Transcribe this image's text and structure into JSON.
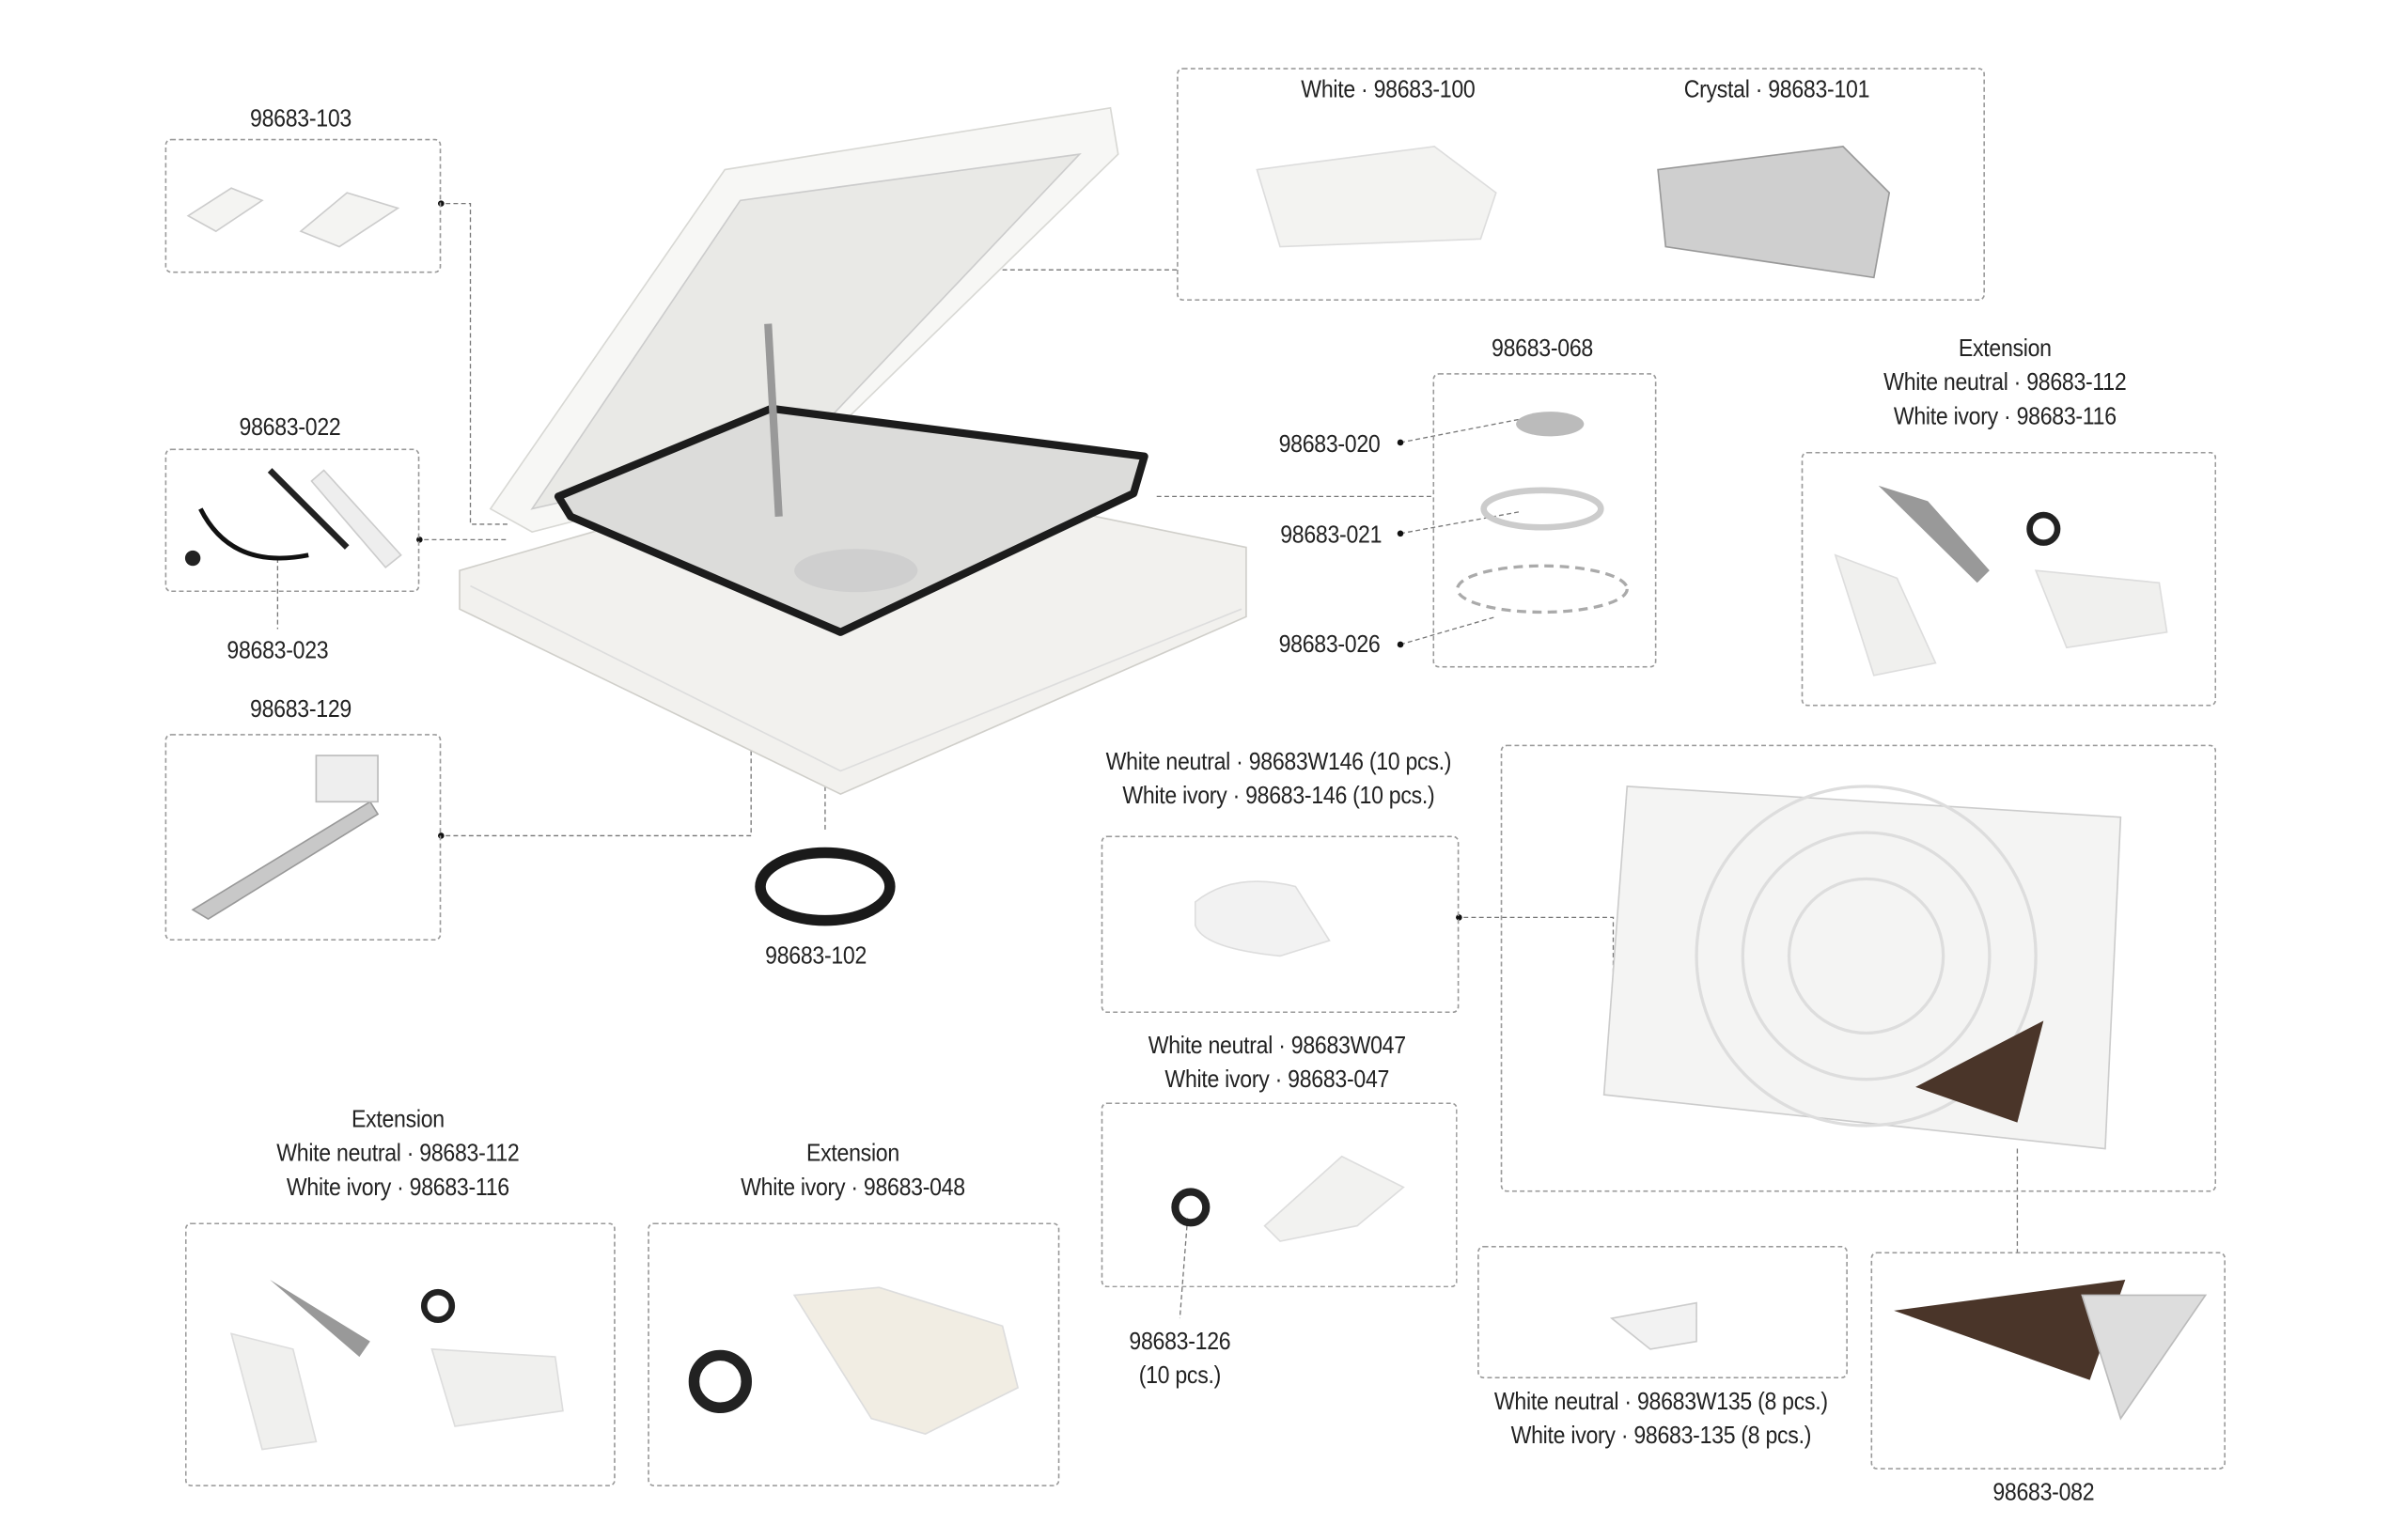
{
  "parts": {
    "p103": "98683-103",
    "p022": "98683-022",
    "p023": "98683-023",
    "p129": "98683-129",
    "p102": "98683-102",
    "dome_white": "White · 98683-100",
    "dome_crystal": "Crystal · 98683-101",
    "p068": "98683-068",
    "p020": "98683-020",
    "p021": "98683-021",
    "p026": "98683-026",
    "ext_right": {
      "title": "Extension",
      "neutral": "White neutral  · 98683-112",
      "ivory": "White ivory · 98683-116"
    },
    "p146": {
      "neutral": "White neutral · 98683W146 (10 pcs.)",
      "ivory": "White ivory · 98683-146 (10 pcs.)"
    },
    "p047": {
      "neutral": "White neutral · 98683W047",
      "ivory": "White ivory · 98683-047"
    },
    "p126": {
      "code": "98683-126",
      "qty": "(10 pcs.)"
    },
    "p135": {
      "neutral": "White neutral · 98683W135 (8 pcs.)",
      "ivory": "White ivory · 98683-135 (8 pcs.)"
    },
    "p082": "98683-082",
    "ext_left": {
      "title": "Extension",
      "neutral": "White neutral  · 98683-112",
      "ivory": "White ivory · 98683-116"
    },
    "ext_048": {
      "title": "Extension",
      "ivory": "White ivory · 98683-048"
    }
  }
}
